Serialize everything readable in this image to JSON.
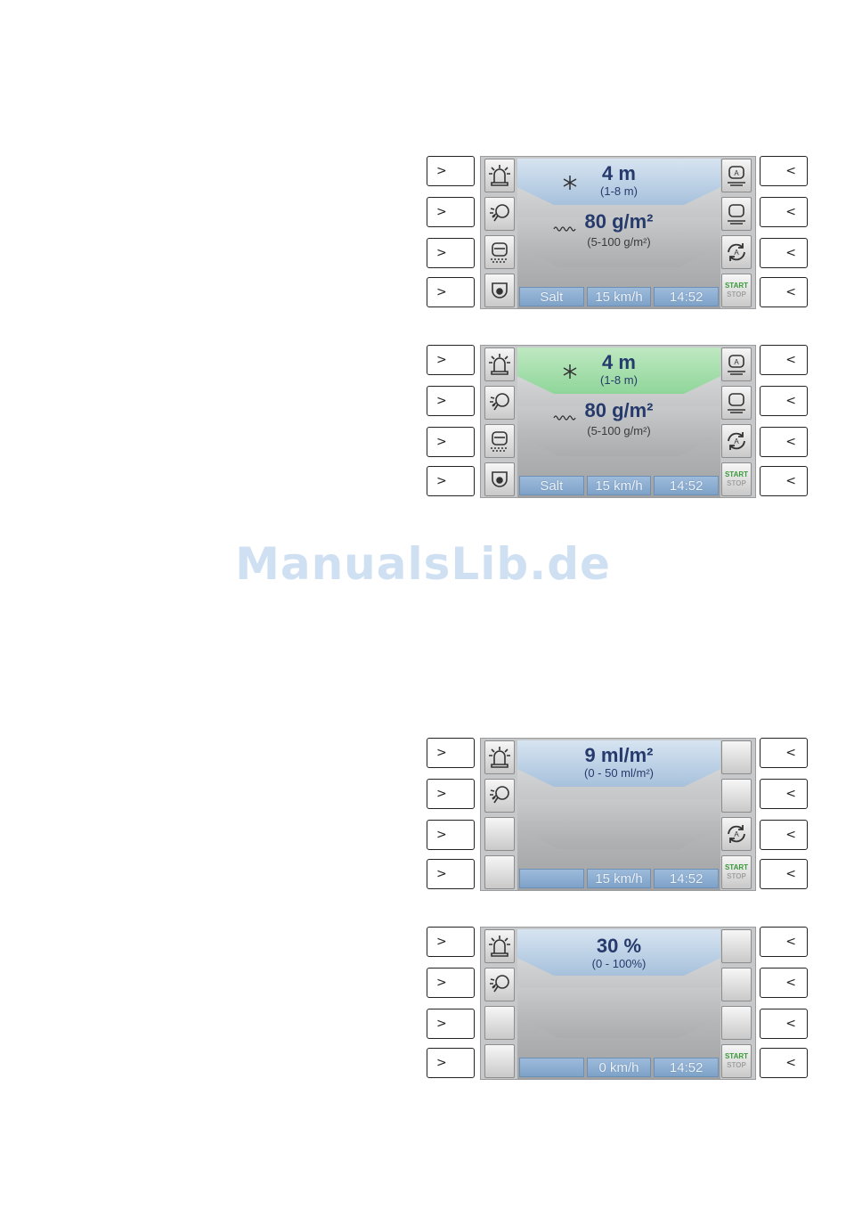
{
  "watermark": "ManualsLib.de",
  "softkeys": {
    "left": ">",
    "right": "<"
  },
  "start_label": "START",
  "stop_label": "STOP",
  "screens": [
    {
      "top_value": "4 m",
      "top_range": "(1-8 m)",
      "main_value": "80 g/m²",
      "main_range": "(5-100 g/m²)",
      "status": [
        "Salt",
        "15 km/h",
        "14:52"
      ]
    },
    {
      "top_value": "4 m",
      "top_range": "(1-8 m)",
      "main_value": "80 g/m²",
      "main_range": "(5-100 g/m²)",
      "status": [
        "Salt",
        "15 km/h",
        "14:52"
      ]
    },
    {
      "top_value": "9 ml/m²",
      "top_range": "(0 - 50 ml/m²)",
      "status": [
        "",
        "15 km/h",
        "14:52"
      ]
    },
    {
      "top_value": "30 %",
      "top_range": "(0 - 100%)",
      "status": [
        "",
        "0 km/h",
        "14:52"
      ]
    }
  ],
  "colors": {
    "top_blue": "#a7c1dc",
    "top_green": "#8fd699",
    "status_blue": "#8fb0d3",
    "value_text": "#263a6c"
  }
}
